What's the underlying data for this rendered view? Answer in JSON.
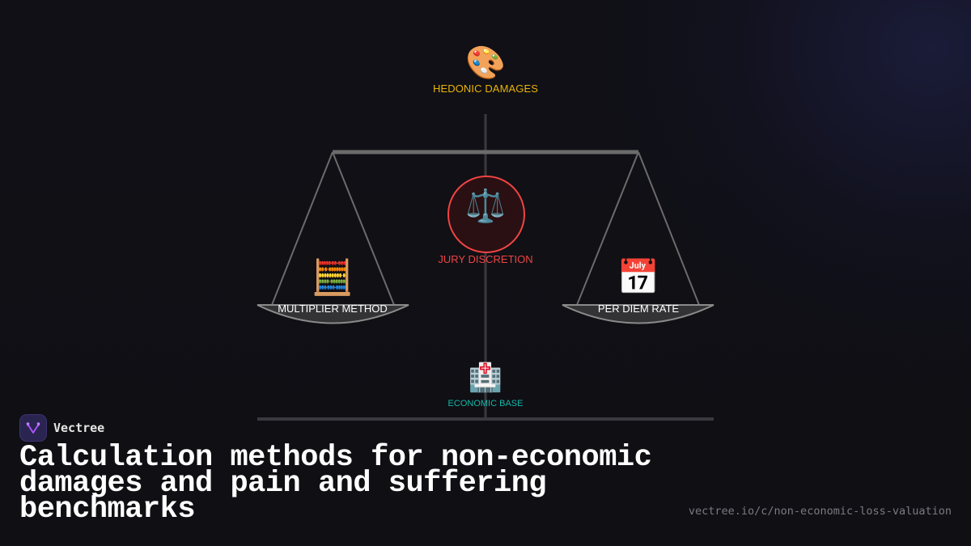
{
  "diagram": {
    "type": "balance-scale",
    "top_node": {
      "icon": "artist-palette",
      "emoji": "🎨",
      "label": "HEDONIC DAMAGES",
      "color": "#eab308"
    },
    "center_node": {
      "icon": "balance-scale",
      "emoji": "⚖️",
      "label": "JURY DISCRETION",
      "color": "#ef4444"
    },
    "left_pan": {
      "icon": "abacus",
      "emoji": "🧮",
      "label": "MULTIPLIER METHOD",
      "color": "#ffffff"
    },
    "right_pan": {
      "icon": "calendar",
      "emoji": "📅",
      "label": "PER DIEM RATE",
      "color": "#ffffff"
    },
    "base_node": {
      "icon": "hospital",
      "emoji": "🏥",
      "label": "ECONOMIC BASE",
      "color": "#14b8a6"
    }
  },
  "brand": {
    "name": "Vectree",
    "logo_icon": "vectree-logo"
  },
  "title": "Calculation methods for non-economic damages and pain and suffering benchmarks",
  "url": "vectree.io/c/non-economic-loss-valuation"
}
